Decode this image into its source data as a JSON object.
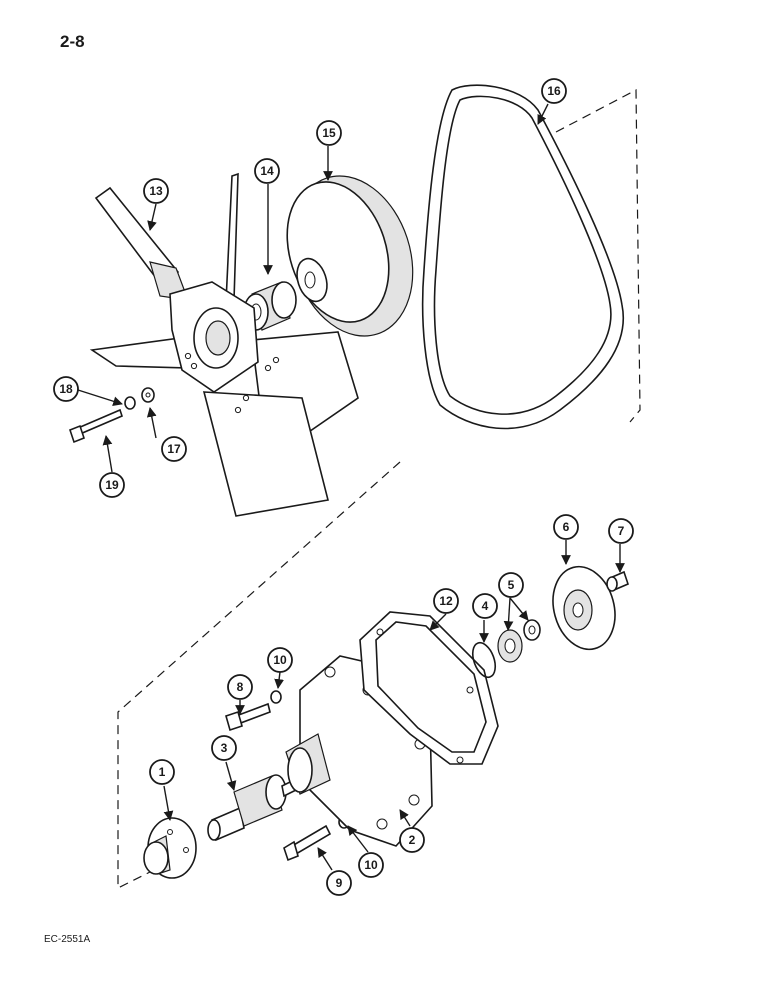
{
  "page": {
    "number": "2-8",
    "figure_code": "EC-2551A"
  },
  "callouts": [
    "1",
    "2",
    "3",
    "4",
    "5",
    "6",
    "7",
    "8",
    "9",
    "10",
    "10",
    "12",
    "13",
    "14",
    "15",
    "16",
    "17",
    "18",
    "19"
  ]
}
